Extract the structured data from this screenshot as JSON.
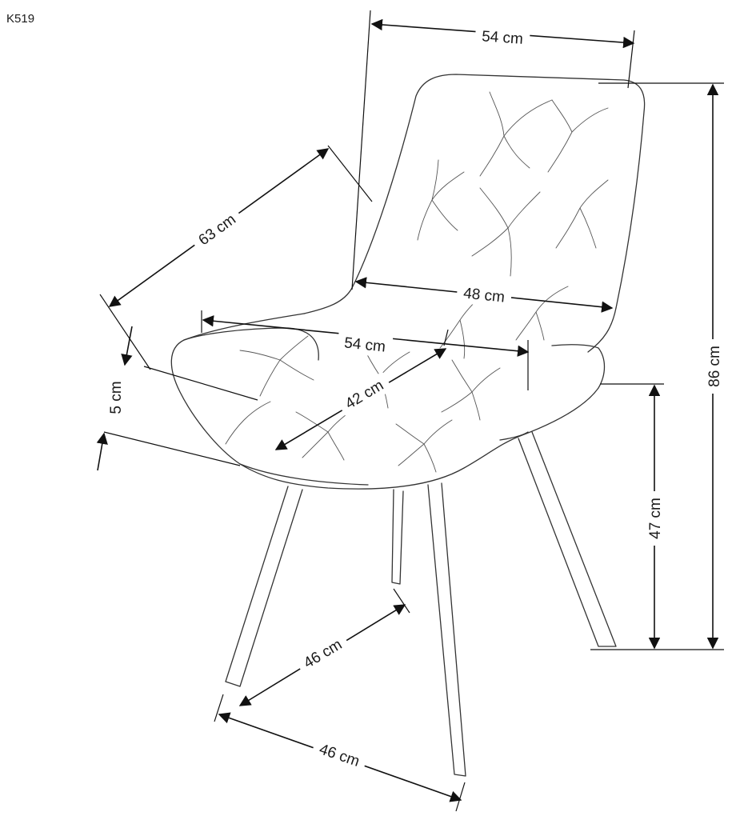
{
  "model_code": "K519",
  "dimensions": {
    "back_width": "54 cm",
    "total_height": "86 cm",
    "armrest_span": "63 cm",
    "back_inner_width": "48 cm",
    "seat_width": "54 cm",
    "seat_depth": "42 cm",
    "seat_thickness": "5 cm",
    "seat_height": "47 cm",
    "leg_span_depth": "46 cm",
    "leg_span_width": "46 cm"
  },
  "colors": {
    "line": "#333333",
    "dimension": "#111111",
    "background": "#ffffff"
  }
}
